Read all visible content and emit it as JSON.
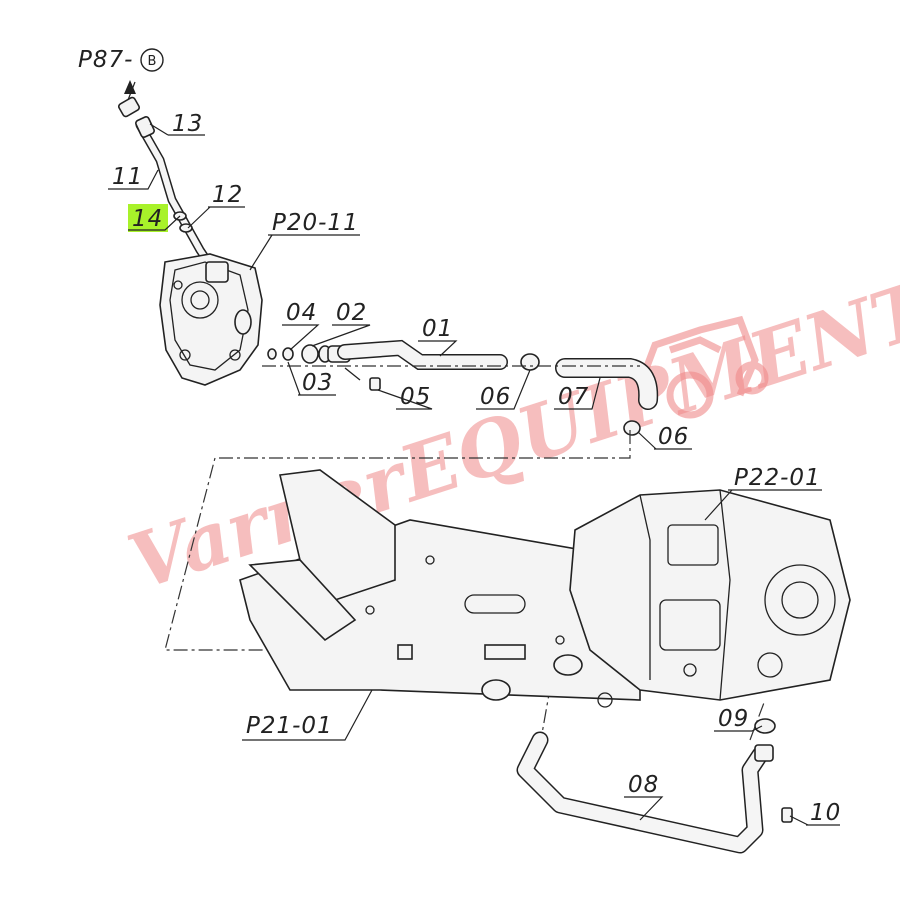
{
  "watermark": {
    "text": "VarnerEQUIPMENT",
    "color": "#f08a8a"
  },
  "highlight_color": "#a8f22a",
  "references": {
    "p87": "P87-",
    "p87_circle": "B",
    "p20": "P20-11",
    "p21": "P21-01",
    "p22": "P22-01"
  },
  "callouts": {
    "c01": "01",
    "c02": "02",
    "c03": "03",
    "c04": "04",
    "c05": "05",
    "c06a": "06",
    "c06b": "06",
    "c07": "07",
    "c08": "08",
    "c09": "09",
    "c10": "10",
    "c11": "11",
    "c12": "12",
    "c13": "13",
    "c14": "14"
  },
  "highlighted_callout": "14"
}
